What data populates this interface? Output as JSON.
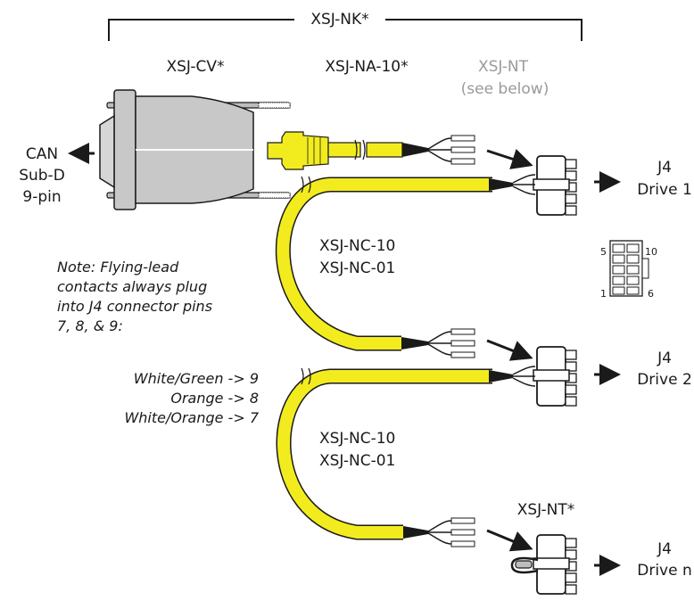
{
  "header": {
    "kit_label": "XSJ-NK*"
  },
  "columns": {
    "converter": "XSJ-CV*",
    "adapter": "XSJ-NA-10*",
    "terminator_line1": "XSJ-NT",
    "terminator_line2": "(see below)"
  },
  "can": {
    "line1": "CAN",
    "line2": "Sub-D",
    "line3": "9-pin"
  },
  "drives": [
    {
      "connector": "J4",
      "name": "Drive 1"
    },
    {
      "connector": "J4",
      "name": "Drive 2"
    },
    {
      "connector": "J4",
      "name": "Drive n"
    }
  ],
  "cables": [
    {
      "line1": "XSJ-NC-10",
      "line2": "XSJ-NC-01"
    },
    {
      "line1": "XSJ-NC-10",
      "line2": "XSJ-NC-01"
    }
  ],
  "terminator": {
    "label": "XSJ-NT*"
  },
  "pinout": {
    "top_left": "5",
    "top_right": "10",
    "bottom_left": "1",
    "bottom_right": "6"
  },
  "note": {
    "lines": [
      "Note: Flying-lead",
      "contacts always plug",
      "into J4 connector pins",
      "7, 8, & 9:"
    ],
    "mappings": [
      "White/Green -> 9",
      "Orange -> 8",
      "White/Orange -> 7"
    ]
  },
  "colors": {
    "cable": "#f2ec1f",
    "connector_gray": "#c8c8c8",
    "line": "#1a1a1a",
    "muted_text": "#9a9a9a"
  }
}
